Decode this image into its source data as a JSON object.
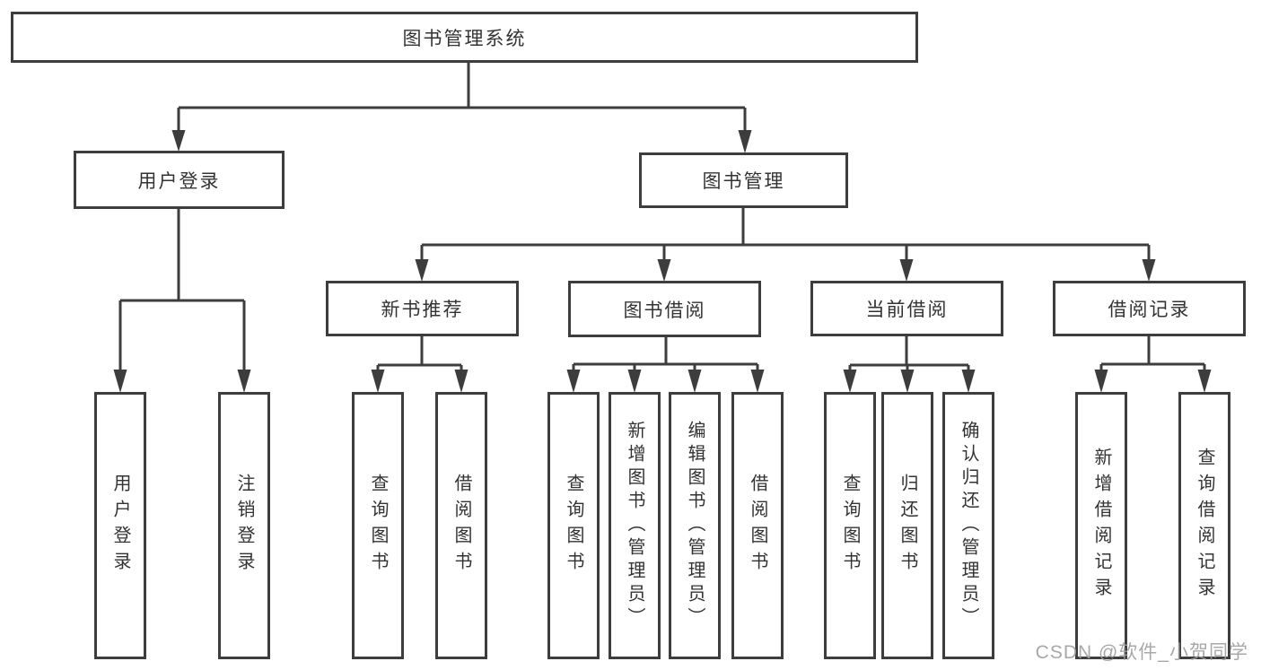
{
  "diagram": {
    "type": "hierarchy-diagram",
    "colors": {
      "line": "#3d3d3d",
      "border": "#3d3d3d",
      "text": "#333333",
      "background": "#ffffff",
      "watermark": "#9e9e9e"
    },
    "nodes": {
      "root": {
        "label": "图书管理系统"
      },
      "level2": [
        {
          "label": "用户登录",
          "parent": "图书管理系统"
        },
        {
          "label": "图书管理",
          "parent": "图书管理系统"
        }
      ],
      "level3": [
        {
          "label": "新书推荐",
          "parent": "图书管理"
        },
        {
          "label": "图书借阅",
          "parent": "图书管理"
        },
        {
          "label": "当前借阅",
          "parent": "图书管理"
        },
        {
          "label": "借阅记录",
          "parent": "图书管理"
        }
      ],
      "leaves": [
        {
          "label": "用户登录",
          "parent": "用户登录"
        },
        {
          "label": "注销登录",
          "parent": "用户登录"
        },
        {
          "label": "查询图书",
          "parent": "新书推荐"
        },
        {
          "label": "借阅图书",
          "parent": "新书推荐"
        },
        {
          "label": "查询图书",
          "parent": "图书借阅"
        },
        {
          "label": "新增图书（管理员）",
          "parent": "图书借阅"
        },
        {
          "label": "编辑图书（管理员）",
          "parent": "图书借阅"
        },
        {
          "label": "借阅图书",
          "parent": "图书借阅"
        },
        {
          "label": "查询图书",
          "parent": "当前借阅"
        },
        {
          "label": "归还图书",
          "parent": "当前借阅"
        },
        {
          "label": "确认归还（管理员）",
          "parent": "当前借阅"
        },
        {
          "label": "新增借阅记录",
          "parent": "借阅记录"
        },
        {
          "label": "查询借阅记录",
          "parent": "借阅记录"
        }
      ]
    },
    "watermark": "CSDN @软件_小贺同学"
  }
}
